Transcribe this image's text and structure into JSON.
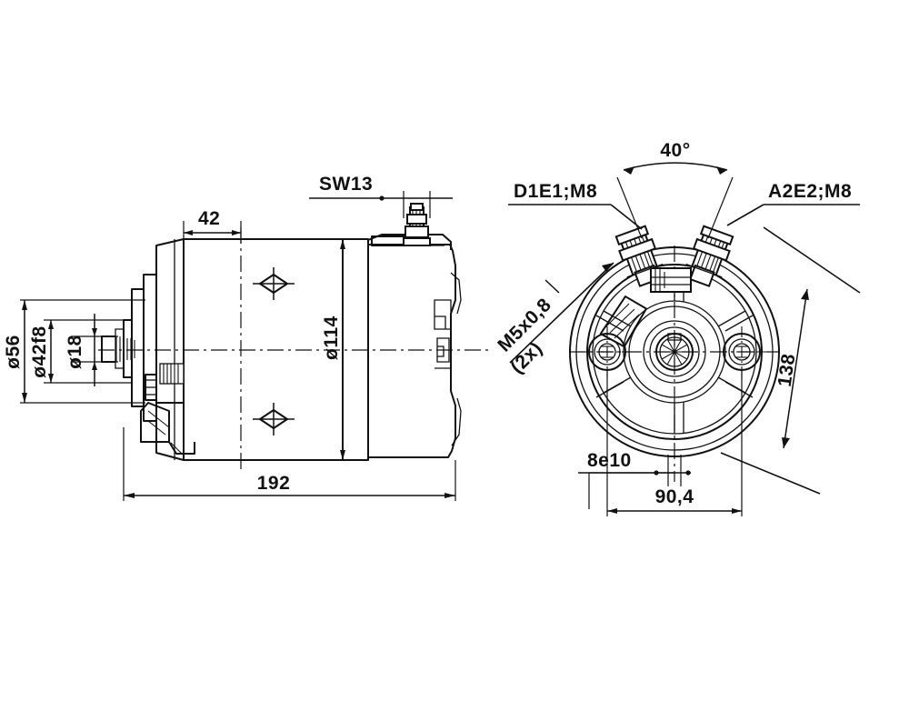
{
  "drawing": {
    "title": "DC motor technical drawing",
    "background_color": "#ffffff",
    "line_color": "#111111",
    "views": [
      {
        "name": "side-elevation",
        "position": "left"
      },
      {
        "name": "end-face-view",
        "position": "right"
      }
    ]
  },
  "side_view": {
    "dim_sw13": "SW13",
    "dim_42": "42",
    "dim_192": "192",
    "dim_d114": "ø114",
    "dim_d56": "ø56",
    "dim_d42f8": "ø42f8",
    "dim_d18": "ø18"
  },
  "front_view": {
    "dim_angle_40": "40°",
    "label_d1e1": "D1E1;M8",
    "label_a2e2": "A2E2;M8",
    "label_m5": "M5x0,8",
    "label_m5_qty": "(2x)",
    "dim_8e10": "8e10",
    "dim_904": "90,4",
    "dim_138": "138"
  }
}
